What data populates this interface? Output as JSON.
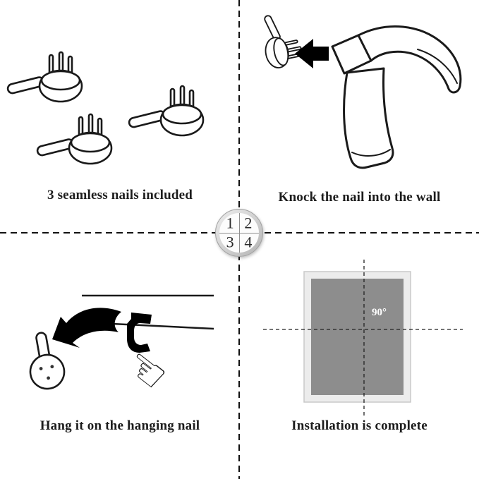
{
  "badge": {
    "steps": [
      "1",
      "2",
      "3",
      "4"
    ]
  },
  "panels": {
    "step1": {
      "caption": "3 seamless nails included"
    },
    "step2": {
      "caption": "Knock the nail into the wall"
    },
    "step3": {
      "caption": "Hang it on the hanging nail"
    },
    "step4": {
      "caption": "Installation is complete",
      "angle_label": "90°"
    }
  },
  "icons": {
    "pointing_hand": "☜"
  },
  "colors": {
    "line": "#1a1a1a",
    "arrow_black": "#000000",
    "frame_outer": "#ececec",
    "frame_border": "#c9c9c9",
    "frame_panel": "#8d8d8d",
    "angle_text": "#ffffff"
  }
}
